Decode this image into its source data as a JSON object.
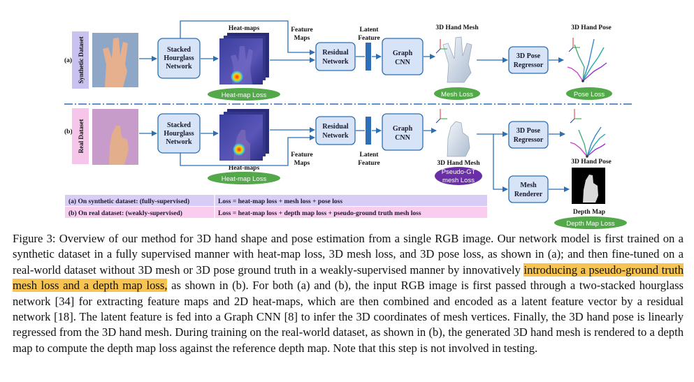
{
  "figure": {
    "row_a_label": "(a)",
    "row_b_label": "(b)",
    "synthetic_dataset_label": "Synthetic Dataset",
    "real_dataset_label": "Real Dataset",
    "stacked_hourglass": [
      "Stacked",
      "Hourglass",
      "Network"
    ],
    "heatmaps_top": "Heat-maps",
    "heatmaps_bottom": "Heat-maps",
    "feature_maps": [
      "Feature",
      "Maps"
    ],
    "residual_network": [
      "Residual",
      "Network"
    ],
    "latent_feature": [
      "Latent",
      "Feature"
    ],
    "graph_cnn": [
      "Graph",
      "CNN"
    ],
    "mesh_title": "3D Hand Mesh",
    "pose_regressor": [
      "3D Pose",
      "Regressor"
    ],
    "pose_title": "3D Hand Pose",
    "mesh_renderer": [
      "Mesh",
      "Renderer"
    ],
    "depth_map_title": "Depth Map",
    "heatmap_loss": "Heat-map Loss",
    "mesh_loss": "Mesh Loss",
    "pose_loss": "Pose Loss",
    "pseudo_gt_loss": [
      "Pseudo-GT",
      "mesh Loss"
    ],
    "depth_map_loss": "Depth Map Loss",
    "table": [
      {
        "left": "(a) On synthetic dataset: (fully-supervised)",
        "right": "Loss = heat-map loss + mesh loss + pose loss"
      },
      {
        "left": "(b) On real dataset: (weakly-supervised)",
        "right": "Loss = heat-map loss + depth map loss + pseudo-ground truth mesh loss"
      }
    ]
  },
  "caption": {
    "before": "Figure 3: Overview of our method for 3D hand shape and pose estimation from a single RGB image. Our network model is first trained on a synthetic dataset in a fully supervised manner with heat-map loss, 3D mesh loss, and 3D pose loss, as shown in (a); and then fine-tuned on a real-world dataset without 3D mesh or 3D pose ground truth in a weakly-supervised manner by innovatively ",
    "highlight": "introducing a pseudo-ground truth mesh loss and a depth map loss,",
    "after": " as shown in (b). For both (a) and (b), the input RGB image is first passed through a two-stacked hourglass network [34] for extracting feature maps and 2D heat-maps, which are then combined and encoded as a latent feature vector by a residual network [18]. The latent feature is fed into a Graph CNN [8] to infer the 3D coordinates of mesh vertices. Finally, the 3D hand pose is linearly regressed from the 3D hand mesh. During training on the real-world dataset, as shown in (b), the generated 3D hand mesh is rendered to a depth map to compute the depth map loss against the reference depth map. Note that this step is not involved in testing."
  }
}
